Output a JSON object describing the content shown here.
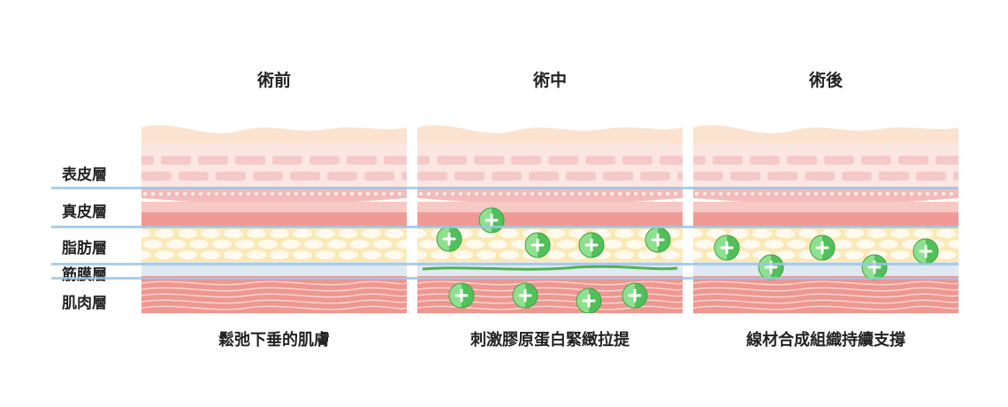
{
  "layers": [
    "表皮層",
    "真皮層",
    "脂肪層",
    "筋膜層",
    "肌肉層"
  ],
  "panels": [
    {
      "title": "術前",
      "caption": "鬆弛下垂的肌膚",
      "fascia_highlight": false,
      "markers": []
    },
    {
      "title": "術中",
      "caption": "刺激膠原蛋白緊緻拉提",
      "fascia_highlight": true,
      "markers": [
        "plus-icon",
        "plus-icon",
        "plus-icon",
        "plus-icon",
        "plus-icon",
        "plus-icon",
        "plus-icon",
        "plus-icon",
        "plus-icon"
      ]
    },
    {
      "title": "術後",
      "caption": "線材合成組織持續支撐",
      "fascia_highlight": false,
      "markers": [
        "plus-icon",
        "plus-icon",
        "plus-icon",
        "plus-icon",
        "plus-icon"
      ]
    }
  ],
  "colors": {
    "epidermis": "#fbe3cf",
    "dermis": "#f6c9c4",
    "fat": "#fbe9b5",
    "fascia": "#dfe9f1",
    "muscle": "#ee9791",
    "marker": "#52c05a",
    "guide_line": "#9cc4e6"
  }
}
